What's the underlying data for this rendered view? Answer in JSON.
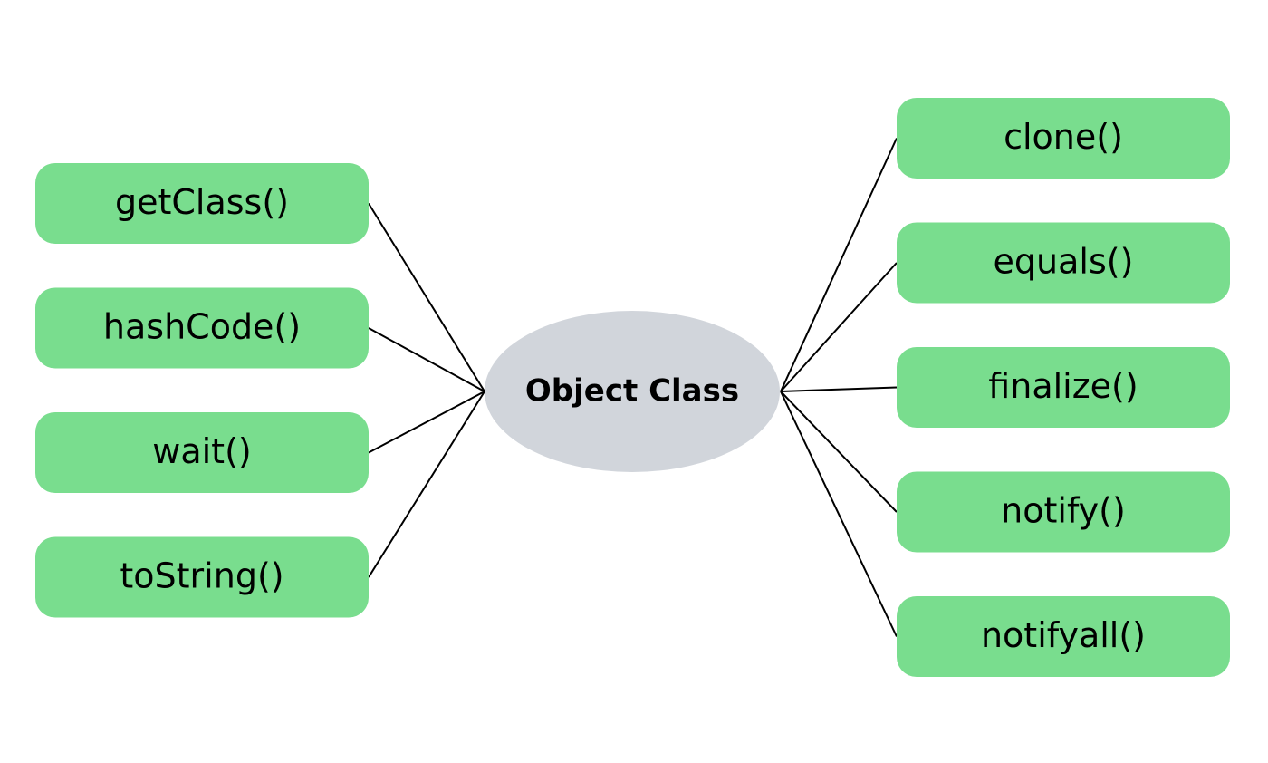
{
  "center": {
    "label": "Object Class",
    "color": "#d1d5db"
  },
  "box_color": "#79dd8e",
  "left_methods": [
    {
      "label": "getClass()"
    },
    {
      "label": "hashCode()"
    },
    {
      "label": "wait()"
    },
    {
      "label": "toString()"
    }
  ],
  "right_methods": [
    {
      "label": "clone()"
    },
    {
      "label": "equals()"
    },
    {
      "label": "finalize()"
    },
    {
      "label": "notify()"
    },
    {
      "label": "notifyall()"
    }
  ]
}
